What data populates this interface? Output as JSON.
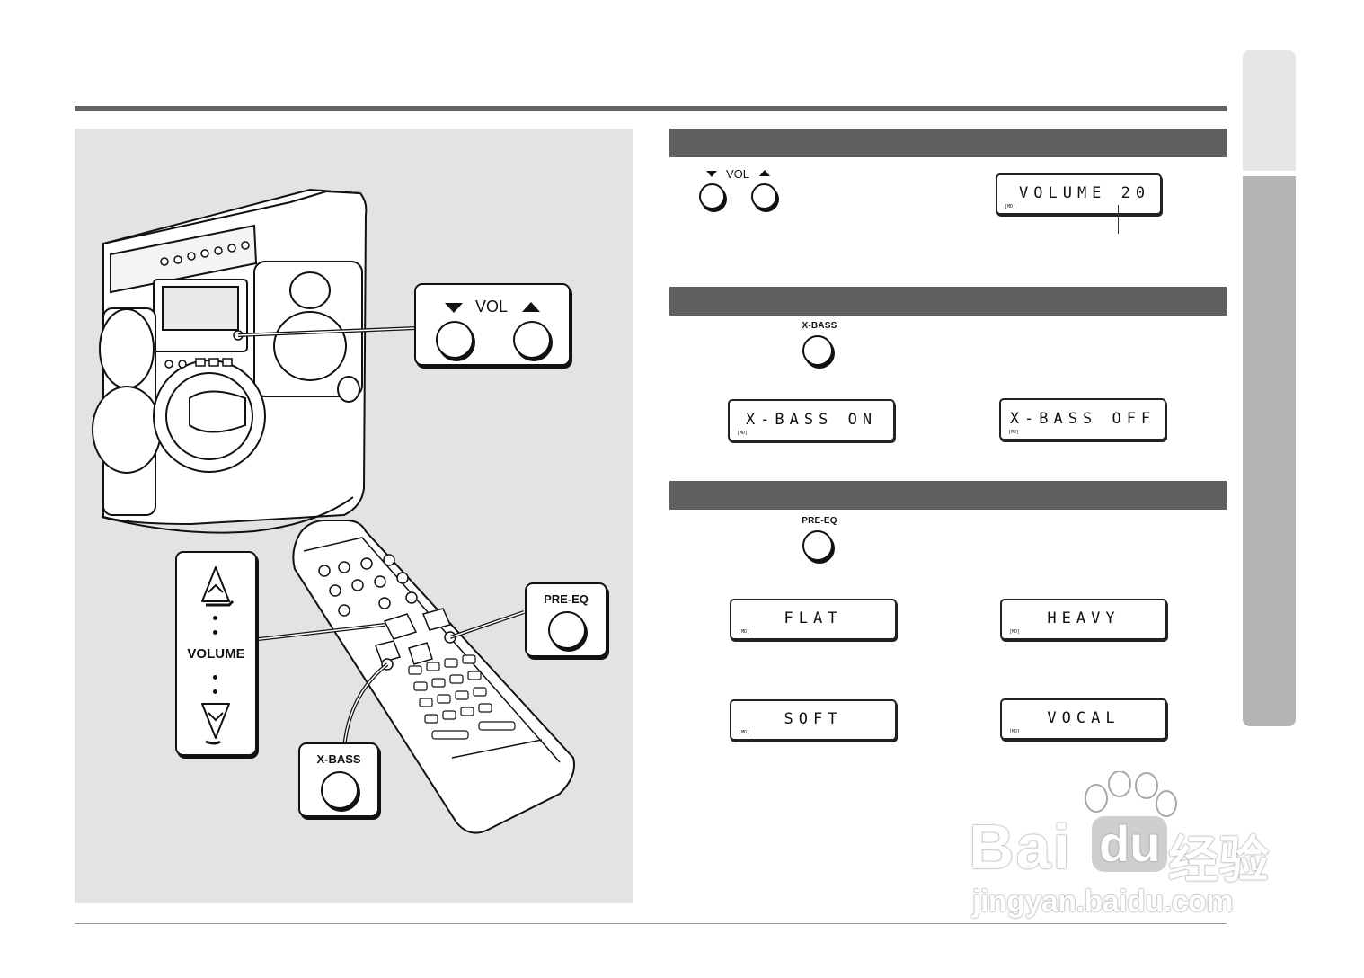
{
  "header": {},
  "illustration": {
    "unit_callout": {
      "vol_label": "VOL"
    },
    "remote_callouts": {
      "volume_label": "VOLUME",
      "pre_eq_label": "PRE-EQ",
      "x_bass_label": "X-BASS"
    }
  },
  "volume_section": {
    "vol_label": "VOL",
    "display": {
      "text": "VOLUME 20",
      "tag": "[MD]"
    }
  },
  "x_bass_section": {
    "button_label": "X-BASS",
    "displays": [
      {
        "text": "X-BASS ON",
        "tag": "[MD]"
      },
      {
        "text": "X-BASS OFF",
        "tag": "[MD]"
      }
    ]
  },
  "pre_eq_section": {
    "button_label": "PRE-EQ",
    "displays": [
      {
        "text": "FLAT",
        "tag": "[MD]"
      },
      {
        "text": "HEAVY",
        "tag": "[MD]"
      },
      {
        "text": "SOFT",
        "tag": "[MD]"
      },
      {
        "text": "VOCAL",
        "tag": "[MD]"
      }
    ]
  },
  "watermark": {
    "brand": "Bai",
    "brand_tail": "du",
    "brand_cn": "经验",
    "url": "jingyan.baidu.com"
  }
}
